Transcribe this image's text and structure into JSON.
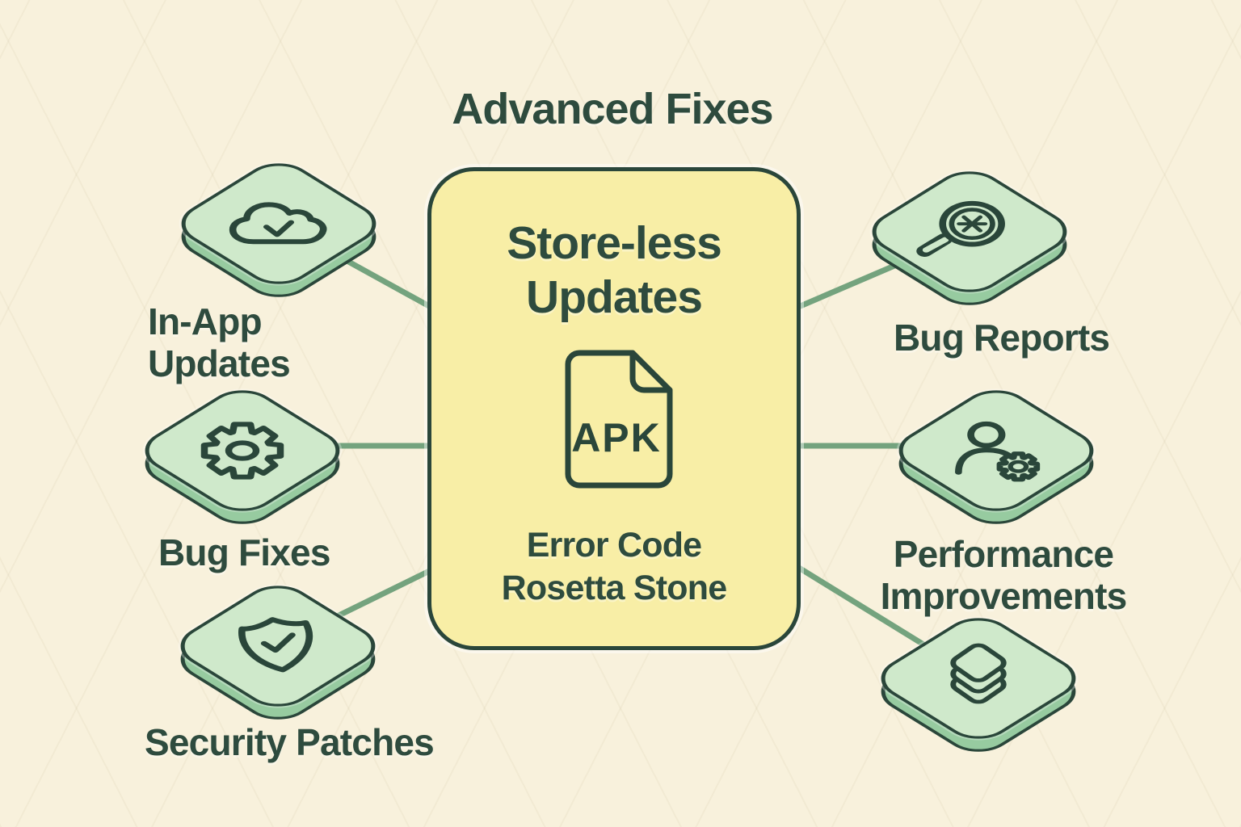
{
  "title": "Advanced Fixes",
  "center_card": {
    "title_line1": "Store-less",
    "title_line2": "Updates",
    "file_badge": "APK",
    "subtitle_line1": "Error Code",
    "subtitle_line2": "Rosetta Stone"
  },
  "nodes": [
    {
      "id": "in-app-updates",
      "label_line1": "In-App",
      "label_line2": "Updates",
      "icon": "cloud-check-icon",
      "side": "left",
      "row": "top"
    },
    {
      "id": "bug-fixes",
      "label_line1": "Bug Fixes",
      "label_line2": "",
      "icon": "gear-icon",
      "side": "left",
      "row": "middle"
    },
    {
      "id": "security-patches",
      "label_line1": "Security Patches",
      "label_line2": "",
      "icon": "shield-check-icon",
      "side": "left",
      "row": "bottom"
    },
    {
      "id": "bug-reports",
      "label_line1": "Bug Reports",
      "label_line2": "",
      "icon": "bug-magnifier-icon",
      "side": "right",
      "row": "top"
    },
    {
      "id": "performance-improvements",
      "label_line1": "Performance",
      "label_line2": "Improvements",
      "icon": "user-gear-icon",
      "side": "right",
      "row": "middle"
    },
    {
      "id": "stacked-layers",
      "label_line1": "",
      "label_line2": "",
      "icon": "layers-icon",
      "side": "right",
      "row": "bottom"
    }
  ],
  "connections": [
    [
      "in-app-updates",
      "center-card"
    ],
    [
      "bug-fixes",
      "center-card"
    ],
    [
      "security-patches",
      "center-card"
    ],
    [
      "bug-reports",
      "center-card"
    ],
    [
      "performance-improvements",
      "center-card"
    ],
    [
      "stacked-layers",
      "center-card"
    ]
  ],
  "colors": {
    "background": "#F8F1DC",
    "card_fill": "#F8EEA6",
    "tile_fill": "#CFE9CB",
    "tile_side": "#97CBA0",
    "outline": "#2A463A",
    "text": "#2E4B3E",
    "connector": "#74A37E"
  }
}
